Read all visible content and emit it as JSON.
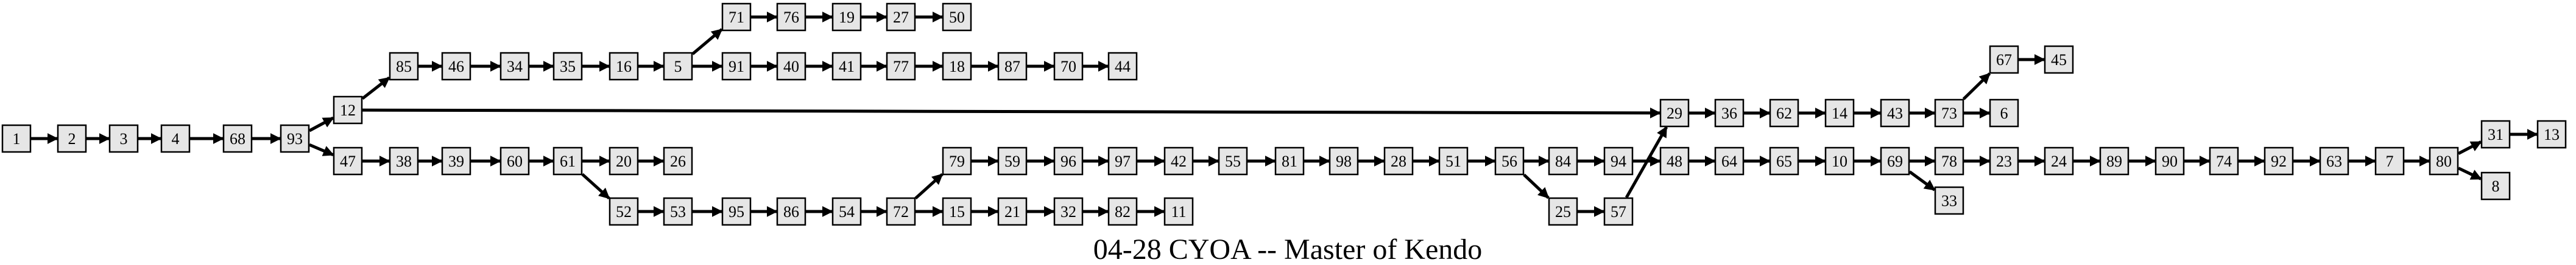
{
  "title": "04-28 CYOA -- Master of Kendo",
  "colors": {
    "node_fill": "#e6e6e6",
    "stroke": "#000000",
    "background": "#ffffff"
  },
  "nodes": [
    "1",
    "2",
    "3",
    "4",
    "68",
    "93",
    "12",
    "47",
    "85",
    "46",
    "34",
    "35",
    "16",
    "5",
    "71",
    "76",
    "19",
    "27",
    "50",
    "91",
    "40",
    "41",
    "77",
    "18",
    "87",
    "70",
    "44",
    "29",
    "36",
    "62",
    "14",
    "43",
    "73",
    "67",
    "45",
    "6",
    "48",
    "64",
    "65",
    "10",
    "69",
    "33",
    "78",
    "23",
    "24",
    "89",
    "90",
    "74",
    "92",
    "63",
    "7",
    "80",
    "31",
    "13",
    "8",
    "38",
    "39",
    "60",
    "61",
    "20",
    "26",
    "52",
    "53",
    "95",
    "86",
    "54",
    "72",
    "79",
    "59",
    "96",
    "97",
    "42",
    "55",
    "81",
    "98",
    "28",
    "51",
    "56",
    "84",
    "94",
    "25",
    "57",
    "15",
    "21",
    "32",
    "82",
    "11"
  ],
  "edges": [
    [
      "1",
      "2"
    ],
    [
      "2",
      "3"
    ],
    [
      "3",
      "4"
    ],
    [
      "4",
      "68"
    ],
    [
      "68",
      "93"
    ],
    [
      "93",
      "12"
    ],
    [
      "93",
      "47"
    ],
    [
      "12",
      "85"
    ],
    [
      "12",
      "29"
    ],
    [
      "85",
      "46"
    ],
    [
      "46",
      "34"
    ],
    [
      "34",
      "35"
    ],
    [
      "35",
      "16"
    ],
    [
      "16",
      "5"
    ],
    [
      "5",
      "71"
    ],
    [
      "5",
      "91"
    ],
    [
      "71",
      "76"
    ],
    [
      "76",
      "19"
    ],
    [
      "19",
      "27"
    ],
    [
      "27",
      "50"
    ],
    [
      "91",
      "40"
    ],
    [
      "40",
      "41"
    ],
    [
      "41",
      "77"
    ],
    [
      "77",
      "18"
    ],
    [
      "18",
      "87"
    ],
    [
      "87",
      "70"
    ],
    [
      "70",
      "44"
    ],
    [
      "29",
      "36"
    ],
    [
      "36",
      "62"
    ],
    [
      "62",
      "14"
    ],
    [
      "14",
      "43"
    ],
    [
      "43",
      "73"
    ],
    [
      "73",
      "67"
    ],
    [
      "73",
      "6"
    ],
    [
      "67",
      "45"
    ],
    [
      "47",
      "38"
    ],
    [
      "38",
      "39"
    ],
    [
      "39",
      "60"
    ],
    [
      "60",
      "61"
    ],
    [
      "61",
      "20"
    ],
    [
      "61",
      "52"
    ],
    [
      "20",
      "26"
    ],
    [
      "52",
      "53"
    ],
    [
      "53",
      "95"
    ],
    [
      "95",
      "86"
    ],
    [
      "86",
      "54"
    ],
    [
      "54",
      "72"
    ],
    [
      "72",
      "79"
    ],
    [
      "72",
      "15"
    ],
    [
      "79",
      "59"
    ],
    [
      "59",
      "96"
    ],
    [
      "96",
      "97"
    ],
    [
      "97",
      "42"
    ],
    [
      "42",
      "55"
    ],
    [
      "55",
      "81"
    ],
    [
      "81",
      "98"
    ],
    [
      "98",
      "28"
    ],
    [
      "28",
      "51"
    ],
    [
      "51",
      "56"
    ],
    [
      "56",
      "84"
    ],
    [
      "56",
      "25"
    ],
    [
      "84",
      "94"
    ],
    [
      "94",
      "48"
    ],
    [
      "25",
      "57"
    ],
    [
      "57",
      "29"
    ],
    [
      "48",
      "64"
    ],
    [
      "64",
      "65"
    ],
    [
      "65",
      "10"
    ],
    [
      "10",
      "69"
    ],
    [
      "69",
      "78"
    ],
    [
      "69",
      "33"
    ],
    [
      "78",
      "23"
    ],
    [
      "23",
      "24"
    ],
    [
      "24",
      "89"
    ],
    [
      "89",
      "90"
    ],
    [
      "90",
      "74"
    ],
    [
      "74",
      "92"
    ],
    [
      "92",
      "63"
    ],
    [
      "63",
      "7"
    ],
    [
      "7",
      "80"
    ],
    [
      "80",
      "31"
    ],
    [
      "80",
      "8"
    ],
    [
      "31",
      "13"
    ],
    [
      "15",
      "21"
    ],
    [
      "21",
      "32"
    ],
    [
      "32",
      "82"
    ],
    [
      "82",
      "11"
    ]
  ]
}
